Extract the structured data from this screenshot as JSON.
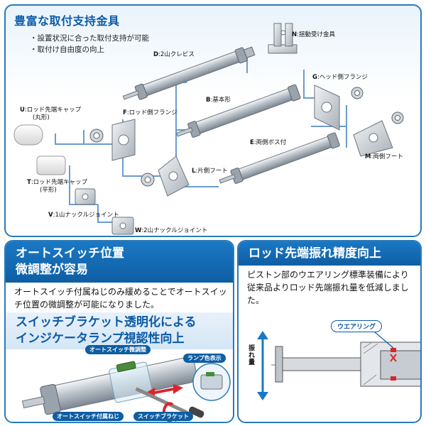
{
  "top": {
    "title": "豊富な取付支持金具",
    "bullets": [
      "設置状況に合った取付支持が可能",
      "取付け自由度の向上"
    ],
    "parts": {
      "N": {
        "code": "N",
        "name": ":揺動受け金具"
      },
      "D": {
        "code": "D",
        "name": ":2山クレビス"
      },
      "G": {
        "code": "G",
        "name": ":ヘッド側フランジ"
      },
      "U": {
        "code": "U",
        "name": ":ロッド先端キャップ",
        "sub": "(丸形)"
      },
      "B": {
        "code": "B",
        "name": ":基本形"
      },
      "F": {
        "code": "F",
        "name": ":ロッド側フランジ"
      },
      "E": {
        "code": "E",
        "name": ":両側ボス付"
      },
      "M": {
        "code": "M",
        "name": ":両側フート"
      },
      "T": {
        "code": "T",
        "name": ":ロッド先端キャップ",
        "sub": "(平形)"
      },
      "L": {
        "code": "L",
        "name": ":片側フート"
      },
      "V": {
        "code": "V",
        "name": ":1山ナックルジョイント"
      },
      "W": {
        "code": "W",
        "name": ":2山ナックルジョイント"
      }
    }
  },
  "switch_panel": {
    "heading_line1": "オートスイッチ位置",
    "heading_line2": "微調整が容易",
    "body": "オートスイッチ付属ねじのみ緩めることでオートスイッチ位置の微調整が可能になりました。",
    "heading2_line1": "スイッチブラケット透明化による",
    "heading2_line2": "インジケータランプ視認性向上",
    "callouts": {
      "fine_adjust": "オートスイッチ微調整",
      "lamp": "ランプ色表示",
      "screw": "オートスイッチ付属ねじ",
      "bracket": "スイッチブラケット"
    }
  },
  "rod_panel": {
    "heading": "ロッド先端振れ精度向上",
    "body": "ピストン部のウエアリング標準装備により従来品よりロッド先端振れ量を低減しました。",
    "ring_label": "ウエアリング",
    "runout_label": "振れ量"
  },
  "colors": {
    "accent": "#0e5ea3",
    "border": "#2a7ab8",
    "red_arrow": "#d9262b",
    "connector": "#6a9ccf"
  }
}
